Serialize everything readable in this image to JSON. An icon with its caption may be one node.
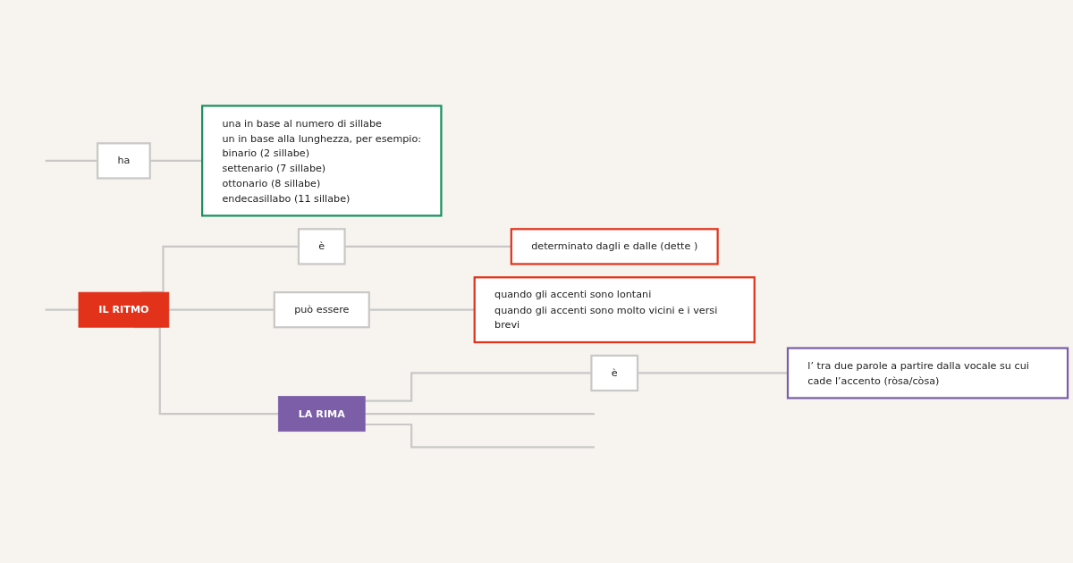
{
  "diagram": {
    "nodes": [
      {
        "text": [
          "ha"
        ]
      },
      {
        "text": [
          "una in base al numero di sillabe",
          "un in base alla lunghezza, per esempio:",
          "binario (2 sillabe)",
          "settenario (7 sillabe)",
          "ottonario (8 sillabe)",
          "endecasillabo (11 sillabe)"
        ]
      },
      {
        "text": [
          "IL RITMO"
        ]
      },
      {
        "text": [
          "è"
        ]
      },
      {
        "text": [
          "determinato dagli e dalle (dette )"
        ]
      },
      {
        "text": [
          "può essere"
        ]
      },
      {
        "text": [
          "quando gli accenti sono lontani",
          "quando gli accenti sono molto vicini e i versi brevi"
        ]
      },
      {
        "text": [
          "LA RIMA"
        ]
      },
      {
        "text": [
          "è"
        ]
      },
      {
        "text": [
          "l’ tra due parole a partire dalla vocale su cui cade l’accento (ròsa/còsa)"
        ]
      }
    ],
    "edges": [
      {
        "from": null,
        "to": 0,
        "arrow": "none"
      },
      {
        "from": 0,
        "to": 1,
        "arrow": "none"
      },
      {
        "from": null,
        "to": 2,
        "arrow": "none"
      },
      {
        "from": 2,
        "to": 3,
        "arrow": "none"
      },
      {
        "from": 3,
        "to": 4,
        "arrow": "none"
      },
      {
        "from": 2,
        "to": 5,
        "arrow": "none"
      },
      {
        "from": 5,
        "to": 6,
        "arrow": "none"
      },
      {
        "from": 2,
        "to": 7,
        "arrow": "none"
      },
      {
        "from": 7,
        "to": 8,
        "arrow": "none"
      },
      {
        "from": 8,
        "to": 9,
        "arrow": "none"
      },
      {
        "from": 7,
        "to": null,
        "arrow": "none"
      },
      {
        "from": 7,
        "to": null,
        "arrow": "none"
      }
    ]
  }
}
